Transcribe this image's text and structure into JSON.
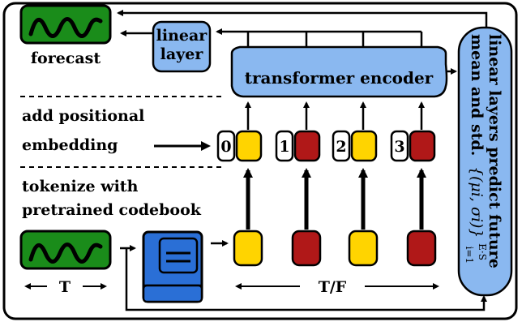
{
  "forecast_label": "forecast",
  "linear_layer_label": [
    "linear",
    "layer"
  ],
  "transformer_label": "transformer encoder",
  "positional_label": [
    "add positional",
    "embedding"
  ],
  "tokenize_label": [
    "tokenize with",
    "pretrained codebook"
  ],
  "T_label": "T",
  "TF_label": "T/F",
  "side_label": {
    "line1": "linear layers predict future",
    "line2": "mean and std.",
    "math": "{(μi, σi)}",
    "sub": "i=1",
    "sup": "E·S"
  },
  "positions": [
    "0",
    "1",
    "2",
    "3"
  ],
  "token_colors": [
    "yellow",
    "red",
    "yellow",
    "red"
  ],
  "colors": {
    "green": "#1a8c1a",
    "blue": "#8ab8f0",
    "yellow": "#ffd400",
    "red": "#b01818",
    "book": "#2a6fd6"
  }
}
